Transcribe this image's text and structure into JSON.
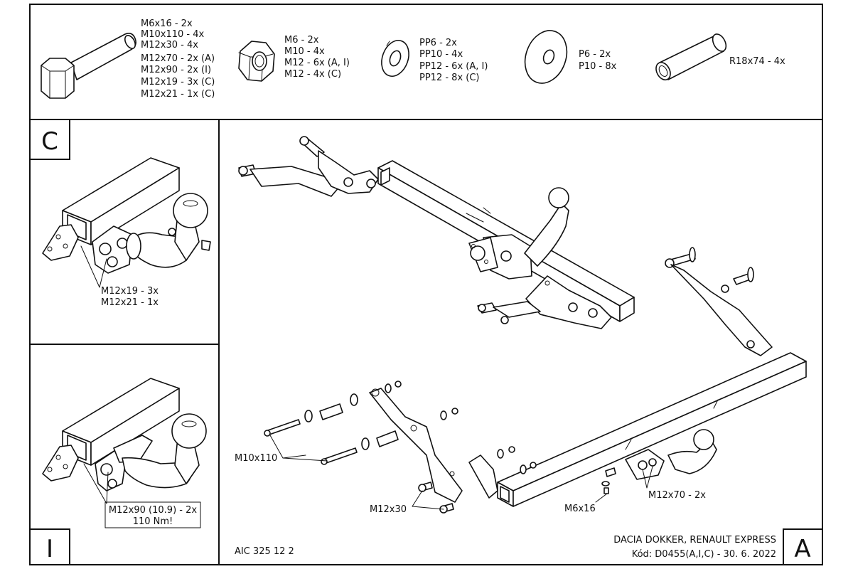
{
  "hardware": {
    "bolts": [
      "M6x16 - 2x",
      "M10x110 - 4x",
      "M12x30 - 4x",
      "M12x70 - 2x (A)",
      "M12x90 - 2x (I)",
      "M12x19 - 3x (C)",
      "M12x21 - 1x (C)"
    ],
    "nuts": [
      "M6 - 2x",
      "M10 - 4x",
      "M12 - 6x (A, I)",
      "M12 - 4x (C)"
    ],
    "spring_washers": [
      "PP6 - 2x",
      "PP10 - 4x",
      "PP12 - 6x (A, I)",
      "PP12 - 8x (C)"
    ],
    "flat_washers": [
      "P6 - 2x",
      "P10 - 8x"
    ],
    "spacer": [
      "R18x74 - 4x"
    ]
  },
  "variants": {
    "c": {
      "letter": "C",
      "callouts": [
        "M12x19 - 3x",
        "M12x21 - 1x"
      ]
    },
    "i": {
      "letter": "I",
      "callouts": [
        "M12x90 (10.9) - 2x",
        "110 Nm!"
      ]
    },
    "a": {
      "letter": "A"
    }
  },
  "main": {
    "labels": {
      "m10x110": "M10x110",
      "m12x30": "M12x30",
      "m6x16": "M6x16",
      "m12x70": "M12x70 - 2x"
    }
  },
  "title_block": {
    "product": "DACIA DOKKER, RENAULT EXPRESS",
    "code": "Kód: D0455(A,I,C) - 30. 6. 2022",
    "drawing_no": "AIC 325 12 2"
  }
}
